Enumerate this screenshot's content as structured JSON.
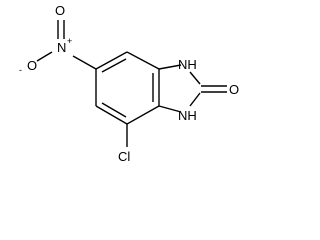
{
  "molecule": {
    "atoms": {
      "nitro_n": "N",
      "nitro_n_charge": "+",
      "nitro_o_top": "O",
      "nitro_o_left": "O",
      "nitro_o_left_charge": "-",
      "nh_top": "NH",
      "nh_bottom": "NH",
      "carbonyl_o": "O",
      "chlorine": "Cl"
    }
  }
}
